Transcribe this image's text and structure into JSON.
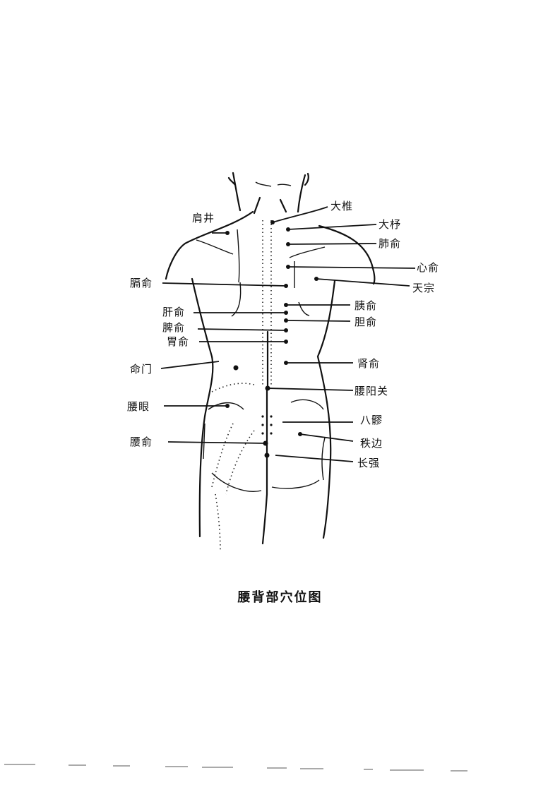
{
  "figure": {
    "caption": "腰背部穴位图",
    "subject": "back-and-lumbar-acupoints",
    "acupoints_left": [
      {
        "label": "肩井"
      },
      {
        "label": "膈俞"
      },
      {
        "label": "肝俞"
      },
      {
        "label": "脾俞"
      },
      {
        "label": "胃俞"
      },
      {
        "label": "命门"
      },
      {
        "label": "腰眼"
      },
      {
        "label": "腰俞"
      }
    ],
    "acupoints_right": [
      {
        "label": "大椎"
      },
      {
        "label": "大杼"
      },
      {
        "label": "肺俞"
      },
      {
        "label": "心俞"
      },
      {
        "label": "天宗"
      },
      {
        "label": "胰俞"
      },
      {
        "label": "胆俞"
      },
      {
        "label": "肾俞"
      },
      {
        "label": "腰阳关"
      },
      {
        "label": "八髎"
      },
      {
        "label": "秩边"
      },
      {
        "label": "长强"
      }
    ]
  }
}
